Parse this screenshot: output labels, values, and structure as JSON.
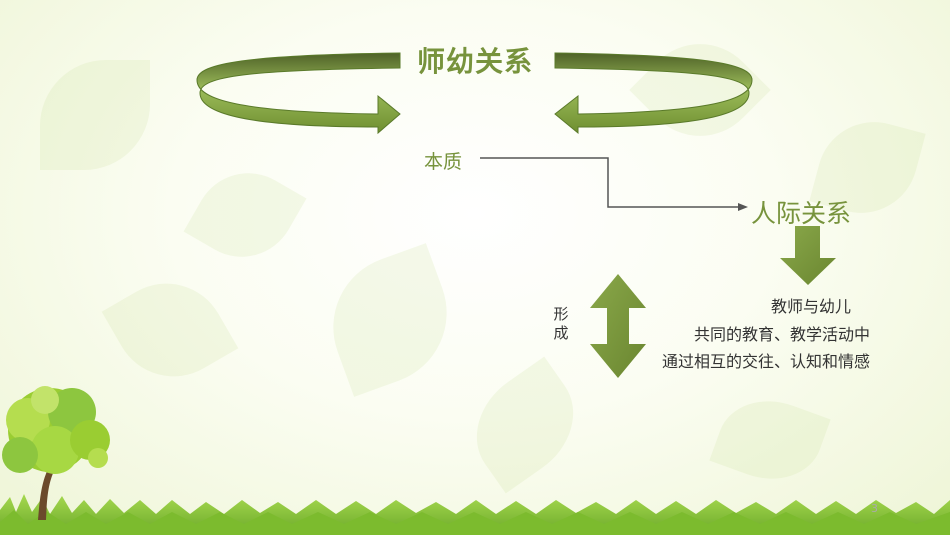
{
  "slide": {
    "title": "师幼关系",
    "essence_label": "本质",
    "relation_label": "人际关系",
    "form_label_chars": [
      "形",
      "成"
    ],
    "description_lines": [
      "教师与幼儿",
      "共同的教育、教学活动中",
      "通过相互的交往、认知和情感"
    ],
    "page_number": "3"
  },
  "colors": {
    "accent_green": "#77933c",
    "text_dark": "#333333",
    "grass_green": "#8cc63f",
    "tree_leaf_green": "#9acd32"
  },
  "icons": [
    "curved-arrow-left-icon",
    "curved-arrow-right-icon",
    "down-arrow-icon",
    "double-arrow-icon",
    "tree-icon",
    "grass-icon"
  ]
}
